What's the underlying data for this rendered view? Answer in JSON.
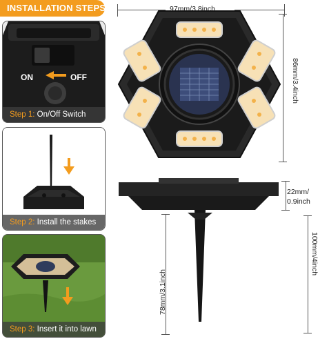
{
  "banner": {
    "title": "INSTALLATION STEPS"
  },
  "steps": [
    {
      "step": "Step 1:",
      "text": "On/Off Switch"
    },
    {
      "step": "Step 2:",
      "text": "Install the stakes"
    },
    {
      "step": "Step 3:",
      "text": "Insert it into lawn"
    }
  ],
  "switch": {
    "on_label": "ON",
    "off_label": "OFF"
  },
  "dimensions": {
    "width": "97mm/3.8inch",
    "depth": "86mm/3.4inch",
    "height_top": "22mm/",
    "height_bottom": "0.9inch",
    "total_height": "100mm/4inch",
    "stake_length": "78mm/3.1inch"
  },
  "colors": {
    "accent": "#f39c1e",
    "led": "#f6d9a8",
    "body": "#2a2a2a"
  }
}
